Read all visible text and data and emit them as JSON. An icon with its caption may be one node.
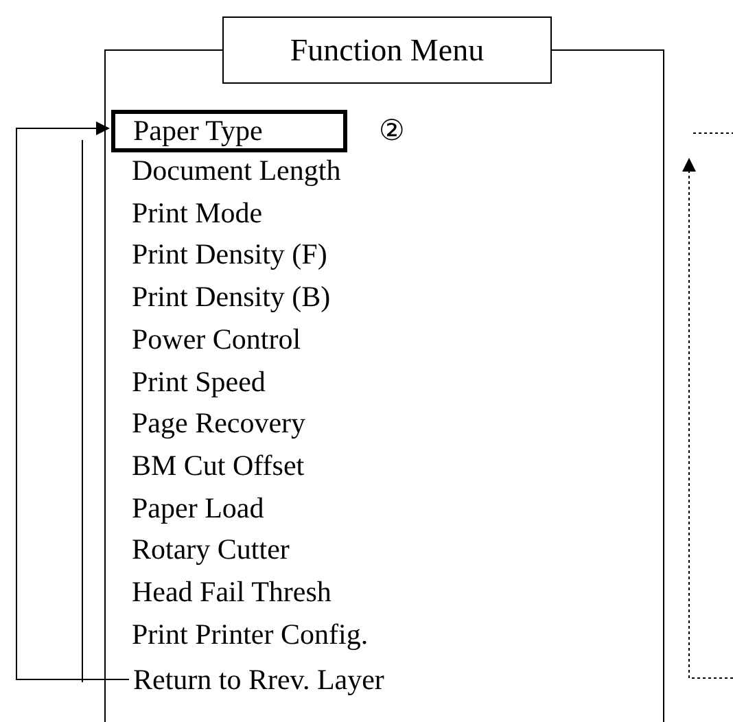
{
  "diagram": {
    "nodes": [
      {
        "text": [
          "Function Menu"
        ]
      },
      {
        "text": [
          "Paper Type"
        ],
        "in": 0,
        "beside": [
          "②"
        ]
      },
      {
        "text": [
          "Return to Rrev. Layer"
        ],
        "in": 0
      }
    ],
    "edges": [
      {
        "from": 2,
        "to": 1,
        "arrow": "to"
      }
    ],
    "labels": [
      "Document Length",
      "Print Mode",
      "Print Density (F)",
      "Print Density (B)",
      "Power Control",
      "Print Speed",
      "Page Recovery",
      "BM Cut Offset",
      "Paper Load",
      "Rotary Cutter",
      "Head Fail Thresh",
      "Print Printer Config."
    ]
  }
}
